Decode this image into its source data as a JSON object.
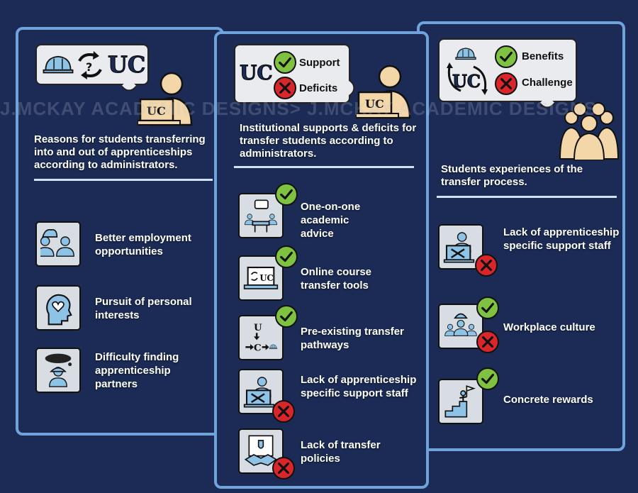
{
  "watermark": "J.MCKAY ACADEMIC DESIGNS>  J.MCKAY ACADEMIC DESIGNS",
  "colors": {
    "background": "#1b2b55",
    "panel_border": "#6fa3dc",
    "check": "#7fc241",
    "cross": "#d9262b"
  },
  "panel1": {
    "logo": "UC",
    "title": "Reasons for students transferring into and out of apprenticeships according to administrators.",
    "items": [
      {
        "label": "Better employment opportunities",
        "icon": "workers-icon"
      },
      {
        "label": "Pursuit of personal interests",
        "icon": "heart-head-icon"
      },
      {
        "label": "Difficulty finding apprenticeship partners",
        "icon": "worried-worker-icon"
      }
    ]
  },
  "panel2": {
    "logo": "UC",
    "support_label": "Support",
    "deficits_label": "Deficits",
    "title": "Institutional supports & deficits for transfer students according to administrators.",
    "items": [
      {
        "label": "One-on-one academic advice",
        "status": "support",
        "icon": "meeting-icon"
      },
      {
        "label": "Online course transfer tools",
        "status": "support",
        "icon": "laptop-transfer-icon"
      },
      {
        "label": "Pre-existing transfer pathways",
        "status": "support",
        "icon": "pathway-icon",
        "pathway_top": "U",
        "pathway_mid": "C"
      },
      {
        "label": "Lack of apprenticeship specific support staff",
        "status": "deficit",
        "icon": "staff-icon"
      },
      {
        "label": "Lack of transfer policies",
        "status": "deficit",
        "icon": "policy-handshake-icon"
      }
    ]
  },
  "panel3": {
    "logo": "UC",
    "benefits_label": "Benefits",
    "challenge_label": "Challenge",
    "title": "Students experiences of the transfer process.",
    "items": [
      {
        "label": "Lack of apprenticeship specific support staff",
        "status": "challenge",
        "icon": "staff-icon"
      },
      {
        "label": "Workplace culture",
        "status": "both",
        "icon": "crew-icon"
      },
      {
        "label": "Concrete rewards",
        "status": "benefit",
        "icon": "summit-flag-icon"
      }
    ]
  }
}
